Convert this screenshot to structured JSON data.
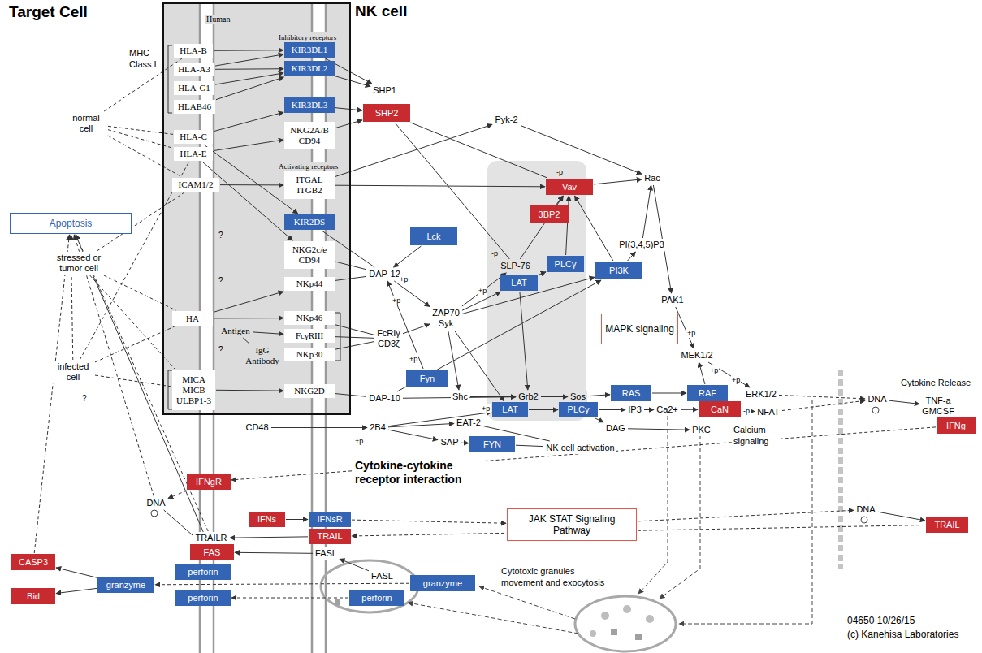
{
  "diagram": {
    "nodes": [
      {
        "text": [
          "Human"
        ]
      },
      {
        "text": [
          "HLA-B"
        ],
        "in": 0
      },
      {
        "text": [
          "HLA-A3"
        ],
        "in": 0
      },
      {
        "text": [
          "HLA-G1"
        ],
        "in": 0
      },
      {
        "text": [
          "HLAB46"
        ],
        "in": 0
      },
      {
        "text": [
          "HLA-C"
        ],
        "in": 0
      },
      {
        "text": [
          "HLA-E"
        ],
        "in": 0
      },
      {
        "text": [
          "ICAM1/2"
        ],
        "in": 0
      },
      {
        "text": [
          "KIR3DL1"
        ],
        "in": 0
      },
      {
        "text": [
          "KIR3DL2"
        ],
        "in": 0
      },
      {
        "text": [
          "KIR3DL3"
        ],
        "in": 0
      },
      {
        "text": [
          "NKG2A/B",
          "CD94"
        ],
        "in": 0
      },
      {
        "text": [
          "ITGAL",
          "ITGB2"
        ],
        "in": 0
      },
      {
        "text": [
          "KIR2DS"
        ],
        "in": 0
      },
      {
        "text": [
          "NKG2c/e",
          "CD94"
        ],
        "in": 0
      },
      {
        "text": [
          "NKp44"
        ],
        "in": 0
      },
      {
        "text": [
          "HA"
        ],
        "in": 0
      },
      {
        "text": [
          "NKp46"
        ],
        "in": 0
      },
      {
        "text": [
          "Antigen"
        ],
        "in": 0
      },
      {
        "text": [
          "IgG",
          "Antibody"
        ],
        "in": 0
      },
      {
        "text": [
          "FcγRIII"
        ],
        "in": 0
      },
      {
        "text": [
          "NKp30"
        ],
        "in": 0
      },
      {
        "text": [
          "MICA",
          "MICB",
          "ULBP1-3"
        ],
        "in": 0
      },
      {
        "text": [
          "NKG2D"
        ],
        "in": 0
      },
      {
        "text": [
          "normal cell"
        ]
      },
      {
        "text": [
          "stressed or tumor cell"
        ]
      },
      {
        "text": [
          "Apoptosis"
        ]
      },
      {
        "text": [
          "infected cell"
        ]
      },
      {
        "text": [
          "SHP1"
        ]
      },
      {
        "text": [
          "SHP2"
        ]
      },
      {
        "text": [
          "Pyk-2"
        ]
      },
      {
        "text": [
          "Rac"
        ]
      },
      {
        "text": [
          "Vav"
        ]
      },
      {
        "text": [
          "3BP2"
        ]
      },
      {
        "text": [
          "DAP-12"
        ]
      },
      {
        "text": [
          "Lck"
        ]
      },
      {
        "text": [
          "SLP-76"
        ]
      },
      {
        "text": [
          "PLCγ"
        ]
      },
      {
        "text": [
          "LAT"
        ]
      },
      {
        "text": [
          "PI(3,4,5)P3"
        ]
      },
      {
        "text": [
          "PI3K"
        ]
      },
      {
        "text": [
          "ZAP70",
          "Syk"
        ]
      },
      {
        "text": [
          "PAK1"
        ]
      },
      {
        "text": [
          "MAPK signaling"
        ]
      },
      {
        "text": [
          "MEK1/2"
        ]
      },
      {
        "text": [
          "FcRIγ",
          "CD3ζ"
        ]
      },
      {
        "text": [
          "Fyn"
        ]
      },
      {
        "text": [
          "Shc"
        ]
      },
      {
        "text": [
          "Grb2"
        ]
      },
      {
        "text": [
          "Sos"
        ]
      },
      {
        "text": [
          "RAS"
        ]
      },
      {
        "text": [
          "RAF"
        ]
      },
      {
        "text": [
          "ERK1/2"
        ]
      },
      {
        "text": [
          "DAP-10"
        ]
      },
      {
        "text": [
          "LAT"
        ]
      },
      {
        "text": [
          "PLCγ"
        ]
      },
      {
        "text": [
          "IP3"
        ]
      },
      {
        "text": [
          "Ca2+"
        ]
      },
      {
        "text": [
          "CaN"
        ]
      },
      {
        "text": [
          "NFAT"
        ]
      },
      {
        "text": [
          "DAG"
        ]
      },
      {
        "text": [
          "PKC"
        ]
      },
      {
        "text": [
          "EAT-2"
        ]
      },
      {
        "text": [
          "CD48"
        ]
      },
      {
        "text": [
          "2B4"
        ]
      },
      {
        "text": [
          "SAP"
        ]
      },
      {
        "text": [
          "FYN"
        ]
      },
      {
        "text": [
          "NK cell activation"
        ]
      },
      {
        "text": [
          "DNA"
        ]
      },
      {
        "text": [
          "TNF-a",
          "GMCSF"
        ]
      },
      {
        "text": [
          "IFNg"
        ]
      },
      {
        "text": [
          "IFNgR"
        ]
      },
      {
        "text": [
          "DNA"
        ]
      },
      {
        "text": [
          "IFNs"
        ]
      },
      {
        "text": [
          "IFNsR"
        ]
      },
      {
        "text": [
          "JAK STAT Signaling Pathway"
        ]
      },
      {
        "text": [
          "DNA"
        ]
      },
      {
        "text": [
          "TRAIL"
        ]
      },
      {
        "text": [
          "TRAIL"
        ]
      },
      {
        "text": [
          "TRAILR"
        ]
      },
      {
        "text": [
          "FAS"
        ]
      },
      {
        "text": [
          "FASL"
        ]
      },
      {
        "text": [
          "CASP3"
        ]
      },
      {
        "text": [
          "perforin"
        ]
      },
      {
        "text": [
          "FASL"
        ]
      },
      {
        "text": [
          "granzyme"
        ]
      },
      {
        "text": [
          "granzyme"
        ]
      },
      {
        "text": [
          "Bid"
        ]
      },
      {
        "text": [
          "perforin"
        ]
      },
      {
        "text": [
          "perforin"
        ]
      }
    ],
    "edges": [
      {
        "from": 1,
        "to": 8,
        "arrow": "to"
      },
      {
        "from": 2,
        "to": 9,
        "arrow": "to"
      },
      {
        "from": 2,
        "to": 8,
        "arrow": "to"
      },
      {
        "from": 3,
        "to": 9,
        "arrow": "to"
      },
      {
        "from": 4,
        "to": 9,
        "arrow": "to"
      },
      {
        "from": 5,
        "to": 10,
        "arrow": "to"
      },
      {
        "from": 5,
        "to": 13,
        "arrow": "to"
      },
      {
        "from": 6,
        "to": 11,
        "arrow": "to"
      },
      {
        "from": 6,
        "to": 14,
        "arrow": "to"
      },
      {
        "from": 7,
        "to": 12,
        "arrow": "to"
      },
      {
        "from": 8,
        "to": 28,
        "arrow": "to"
      },
      {
        "from": 9,
        "to": 28,
        "arrow": "to"
      },
      {
        "from": 10,
        "to": 29,
        "arrow": "to"
      },
      {
        "from": 11,
        "to": 29,
        "arrow": "to"
      },
      {
        "from": 29,
        "to": 32,
        "arrow": "none"
      },
      {
        "from": 29,
        "to": 36,
        "arrow": "none"
      },
      {
        "from": 12,
        "to": 30,
        "arrow": "to"
      },
      {
        "from": 12,
        "to": 32,
        "arrow": "to"
      },
      {
        "from": 30,
        "to": 31,
        "arrow": "to"
      },
      {
        "from": 32,
        "to": 31,
        "arrow": "to"
      },
      {
        "from": 31,
        "to": 42,
        "arrow": "to"
      },
      {
        "from": 33,
        "to": 32,
        "arrow": "to"
      },
      {
        "from": 13,
        "to": 34,
        "arrow": "none"
      },
      {
        "from": 14,
        "to": 34,
        "arrow": "none"
      },
      {
        "from": 15,
        "to": 34,
        "arrow": "none"
      },
      {
        "from": 35,
        "to": 34,
        "arrow": "to"
      },
      {
        "from": 34,
        "to": 41,
        "arrow": "to"
      },
      {
        "from": 46,
        "to": 34,
        "arrow": "to"
      },
      {
        "from": 45,
        "to": 41,
        "arrow": "to"
      },
      {
        "from": 41,
        "to": 36,
        "arrow": "to"
      },
      {
        "from": 41,
        "to": 38,
        "arrow": "to"
      },
      {
        "from": 41,
        "to": 40,
        "arrow": "to"
      },
      {
        "from": 41,
        "to": 54,
        "arrow": "to"
      },
      {
        "from": 41,
        "to": 47,
        "arrow": "to"
      },
      {
        "from": 38,
        "to": 37,
        "arrow": "to"
      },
      {
        "from": 36,
        "to": 32,
        "arrow": "to"
      },
      {
        "from": 37,
        "to": 32,
        "arrow": "to"
      },
      {
        "from": 40,
        "to": 32,
        "arrow": "to"
      },
      {
        "from": 40,
        "to": 39,
        "arrow": "to"
      },
      {
        "from": 39,
        "to": 31,
        "arrow": "to"
      },
      {
        "from": 38,
        "to": 48,
        "arrow": "to"
      },
      {
        "from": 42,
        "to": 44,
        "arrow": "to"
      },
      {
        "from": 51,
        "to": 44,
        "arrow": "to"
      },
      {
        "from": 44,
        "to": 52,
        "arrow": "to"
      },
      {
        "from": 47,
        "to": 48,
        "arrow": "to"
      },
      {
        "from": 48,
        "to": 49,
        "arrow": "to"
      },
      {
        "from": 49,
        "to": 50,
        "arrow": "to"
      },
      {
        "from": 50,
        "to": 51,
        "arrow": "to"
      },
      {
        "from": 17,
        "to": 45,
        "arrow": "none"
      },
      {
        "from": 20,
        "to": 45,
        "arrow": "none"
      },
      {
        "from": 21,
        "to": 45,
        "arrow": "none"
      },
      {
        "from": 23,
        "to": 53,
        "arrow": "none"
      },
      {
        "from": 53,
        "to": 40,
        "arrow": "to"
      },
      {
        "from": 53,
        "to": 48,
        "arrow": "to"
      },
      {
        "from": 54,
        "to": 55,
        "arrow": "to"
      },
      {
        "from": 55,
        "to": 56,
        "arrow": "to"
      },
      {
        "from": 56,
        "to": 57,
        "arrow": "to"
      },
      {
        "from": 57,
        "to": 58,
        "arrow": "to"
      },
      {
        "from": 58,
        "to": 59,
        "arrow": "to"
      },
      {
        "from": 55,
        "to": 60,
        "arrow": "to"
      },
      {
        "from": 60,
        "to": 61,
        "arrow": "to"
      },
      {
        "from": 52,
        "to": 68,
        "arrow": "to"
      },
      {
        "from": 59,
        "to": 68,
        "arrow": "to"
      },
      {
        "from": 68,
        "to": 69,
        "arrow": "to"
      },
      {
        "from": 63,
        "to": 64,
        "arrow": "to"
      },
      {
        "from": 64,
        "to": 62,
        "arrow": "to"
      },
      {
        "from": 64,
        "to": 65,
        "arrow": "to"
      },
      {
        "from": 65,
        "to": 66,
        "arrow": "to"
      },
      {
        "from": 64,
        "to": 54,
        "arrow": "to"
      },
      {
        "from": 66,
        "to": 67,
        "arrow": "none"
      },
      {
        "from": 62,
        "to": 67,
        "arrow": "none"
      },
      {
        "from": 70,
        "to": 71,
        "arrow": "to"
      },
      {
        "from": 71,
        "to": 72,
        "arrow": "to"
      },
      {
        "from": 73,
        "to": 74,
        "arrow": "to"
      },
      {
        "from": 74,
        "to": 75,
        "arrow": "to"
      },
      {
        "from": 75,
        "to": 76,
        "arrow": "to"
      },
      {
        "from": 76,
        "to": 78,
        "arrow": "to"
      },
      {
        "from": 78,
        "to": 77,
        "arrow": "to"
      },
      {
        "from": 77,
        "to": 79,
        "arrow": "to"
      },
      {
        "from": 81,
        "to": 80,
        "arrow": "to"
      },
      {
        "from": 84,
        "to": 81,
        "arrow": "to"
      },
      {
        "from": 79,
        "to": 26,
        "arrow": "to"
      },
      {
        "from": 80,
        "to": 26,
        "arrow": "to"
      },
      {
        "from": 82,
        "to": 26,
        "arrow": "to"
      },
      {
        "from": 85,
        "to": 82,
        "arrow": "to"
      },
      {
        "from": 85,
        "to": 87,
        "arrow": "to"
      },
      {
        "from": 86,
        "to": 85,
        "arrow": "to"
      },
      {
        "from": 89,
        "to": 88,
        "arrow": "to"
      },
      {
        "from": 24,
        "to": 1,
        "arrow": "none"
      },
      {
        "from": 24,
        "to": 5,
        "arrow": "none"
      },
      {
        "from": 24,
        "to": 6,
        "arrow": "none"
      },
      {
        "from": 24,
        "to": 7,
        "arrow": "none"
      },
      {
        "from": 25,
        "to": 7,
        "arrow": "none"
      },
      {
        "from": 25,
        "to": 16,
        "arrow": "none"
      },
      {
        "from": 25,
        "to": 22,
        "arrow": "none"
      },
      {
        "from": 27,
        "to": 6,
        "arrow": "none"
      },
      {
        "from": 27,
        "to": 16,
        "arrow": "none"
      },
      {
        "from": 27,
        "to": 22,
        "arrow": "none"
      },
      {
        "from": 27,
        "to": 26,
        "arrow": "to"
      },
      {
        "from": 16,
        "to": 17,
        "arrow": "to"
      },
      {
        "from": 16,
        "to": 15,
        "arrow": "to"
      },
      {
        "from": 18,
        "to": 20,
        "arrow": "to"
      },
      {
        "from": 22,
        "to": 23,
        "arrow": "to"
      },
      {
        "from": 72,
        "to": 26,
        "arrow": "to"
      },
      {
        "from": 19,
        "to": 18,
        "arrow": "none"
      },
      {
        "from": 72,
        "to": 80,
        "arrow": "to"
      }
    ],
    "labels": [
      "Target Cell",
      "NK cell",
      "Inhibitory receptors",
      "Activating receptors",
      "MHC Class I",
      "?",
      "?",
      "?",
      "?",
      "-p",
      "+p",
      "+p",
      "-p",
      "+p",
      "+p",
      "+p",
      "+p",
      "+p",
      "+p",
      "+p",
      "-p",
      "Cytokine Release",
      "Calcium signaling",
      "Cytokine-cytokine receptor interaction",
      "Cytotoxic granules movement and exocytosis",
      "04650 10/26/15",
      "(c) Kanehisa Laboratories"
    ]
  }
}
